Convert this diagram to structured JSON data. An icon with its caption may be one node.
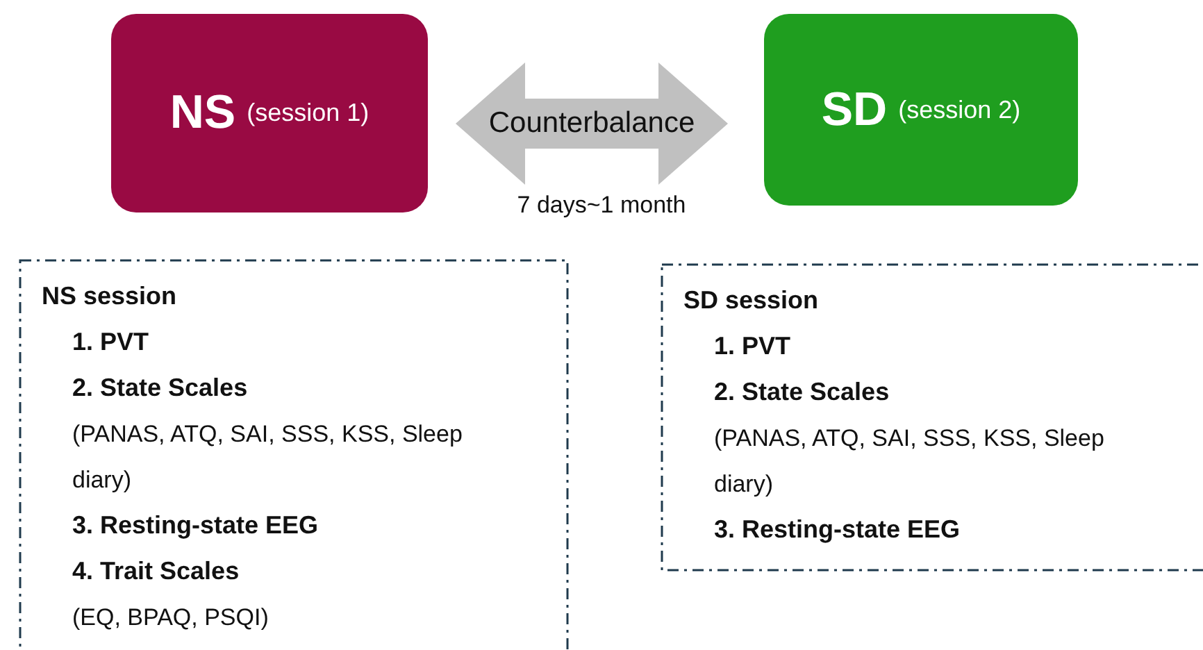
{
  "diagram": {
    "nodes": [
      {
        "text": [
          "NS",
          "(session 1)"
        ]
      },
      {
        "text": [
          "SD",
          "(session 2)"
        ]
      },
      {
        "text": [
          "NS session",
          "1. PVT",
          "2. State Scales",
          "(PANAS, ATQ, SAI, SSS, KSS, Sleep diary)",
          "3. Resting-state EEG",
          "4. Trait Scales",
          "(EQ, BPAQ, PSQI)"
        ]
      },
      {
        "text": [
          "SD session",
          "1. PVT",
          "2. State Scales",
          "(PANAS, ATQ, SAI, SSS, KSS, Sleep diary)",
          "3. Resting-state EEG"
        ]
      }
    ],
    "edges": [
      {
        "from": 0,
        "to": 1,
        "arrow": "both",
        "label": "Counterbalance"
      }
    ],
    "labels": [
      "7 days~1 month"
    ]
  }
}
